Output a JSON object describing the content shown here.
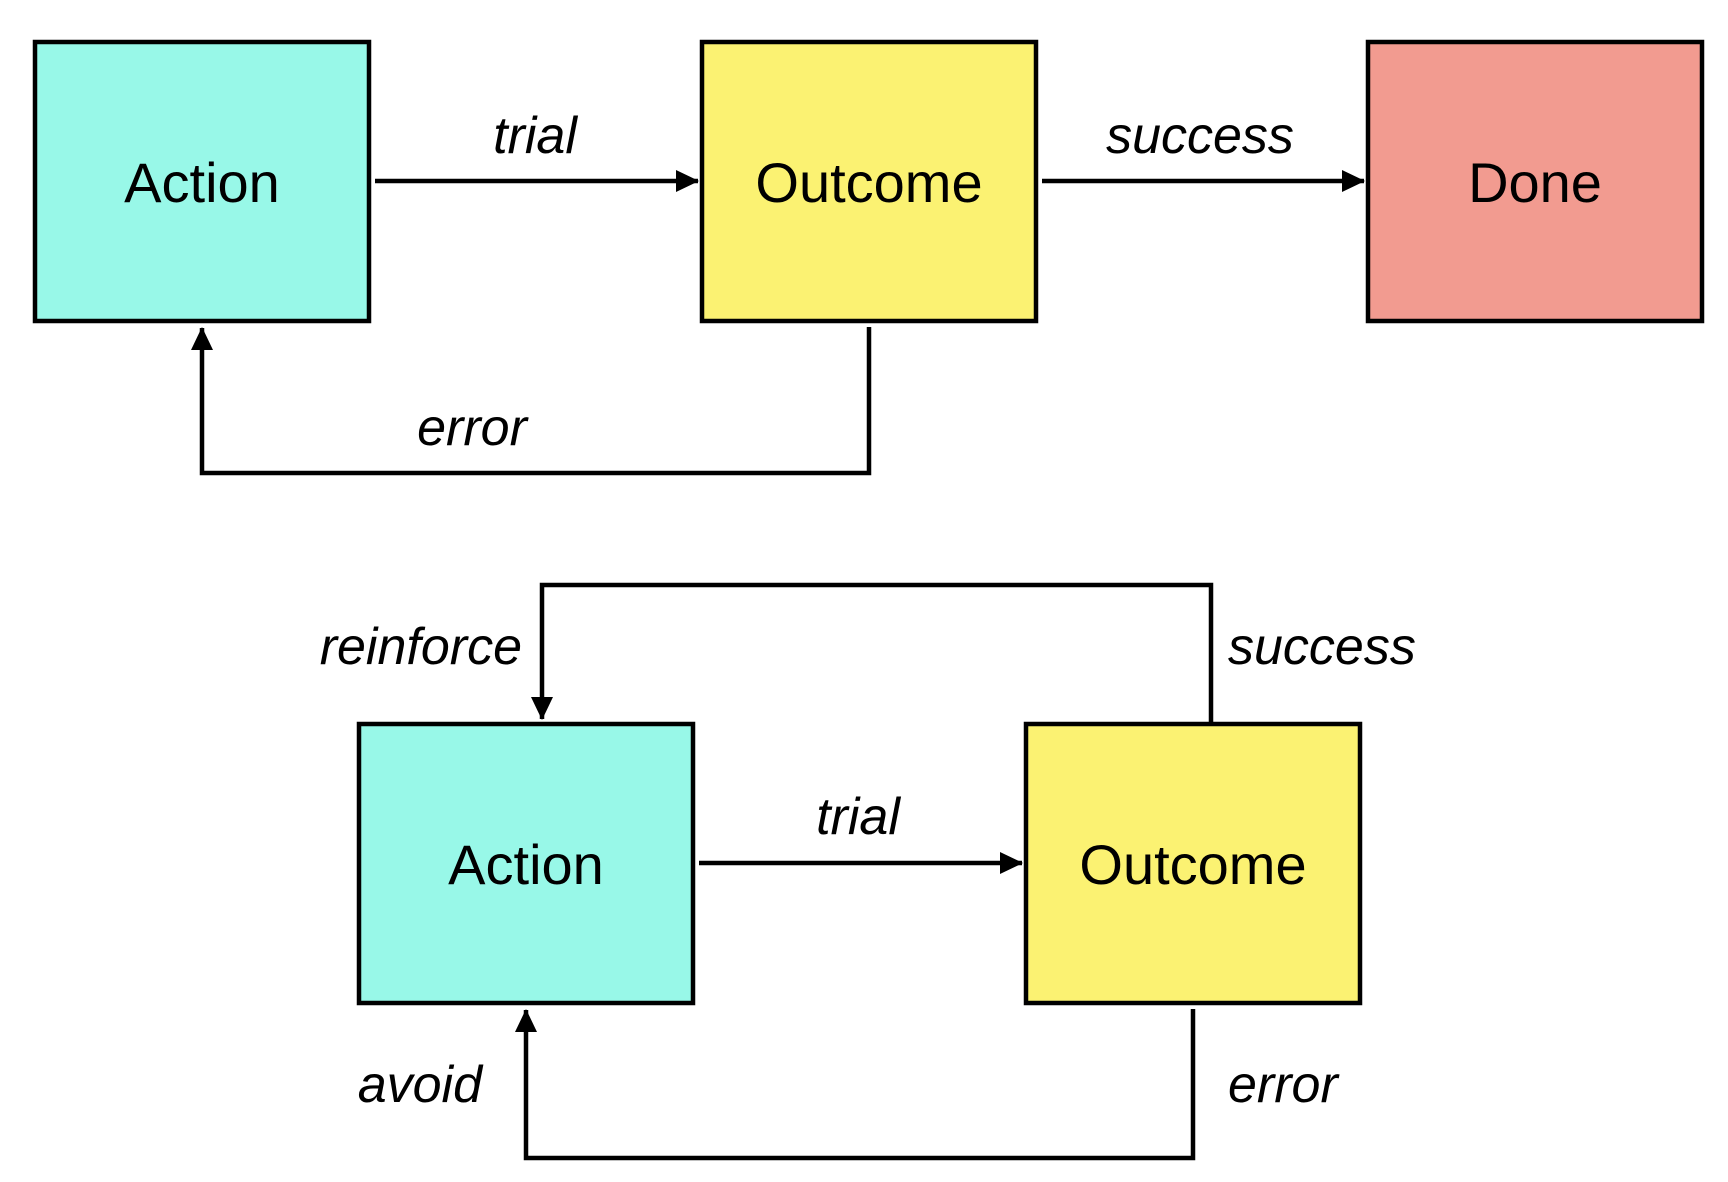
{
  "colors": {
    "action": "#98F8E8",
    "outcome": "#FBF272",
    "done": "#F29B90",
    "stroke": "#000000",
    "background": "#FFFFFF"
  },
  "top_diagram": {
    "nodes": {
      "action": "Action",
      "outcome": "Outcome",
      "done": "Done"
    },
    "edges": {
      "trial": "trial",
      "success": "success",
      "error": "error"
    }
  },
  "bottom_diagram": {
    "nodes": {
      "action": "Action",
      "outcome": "Outcome"
    },
    "edges": {
      "trial": "trial",
      "success": "success",
      "reinforce": "reinforce",
      "error": "error",
      "avoid": "avoid"
    }
  }
}
